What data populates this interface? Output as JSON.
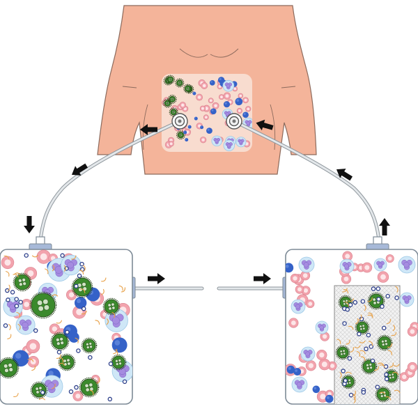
{
  "figure": {
    "kind": "schematic-illustration",
    "text_labels": [],
    "colors": {
      "background": "#ffffff",
      "skin": "#f4b49a",
      "skin_outline": "#8c6a5c",
      "abdomen_window": "#f8dccf",
      "tube": "#cfd4d8",
      "tube_outline": "#8e969c",
      "container_fill": "#ffffff",
      "container_outline": "#7d8a96",
      "container_port": "#a7b9d8",
      "arrow": "#111111",
      "red_cell": "#f2a3ad",
      "red_cell_center": "#fde6e8",
      "blue_cell": "#3562c8",
      "leukocyte_halo": "#cfe7f7",
      "leukocyte_nucleus": "#a58be0",
      "green_particle": "#3b8a2c",
      "green_particle_ring": "#1e3f12",
      "filter_mesh": "#e4e4e4",
      "small_bead": "#2d3f8a",
      "fiber": "#e8a24a"
    },
    "elements": [
      {
        "id": "torso",
        "icon": "human-torso"
      },
      {
        "id": "abdomen-cells",
        "icon": "cell-mixture"
      },
      {
        "id": "left-port",
        "icon": "catheter-port"
      },
      {
        "id": "right-port",
        "icon": "catheter-port"
      },
      {
        "id": "outflow-tube",
        "icon": "tube"
      },
      {
        "id": "inflow-tube",
        "icon": "tube"
      },
      {
        "id": "left-container",
        "icon": "fluid-collection-bag"
      },
      {
        "id": "right-container",
        "icon": "filtration-device"
      },
      {
        "id": "filter-insert",
        "icon": "filter-mesh"
      },
      {
        "id": "transfer-line",
        "icon": "tube"
      }
    ],
    "flow_arrows": [
      {
        "id": "arrow-out-from-port",
        "direction": "left"
      },
      {
        "id": "arrow-down-tube",
        "direction": "left-down"
      },
      {
        "id": "arrow-into-left-container",
        "direction": "down"
      },
      {
        "id": "arrow-out-of-left-container",
        "direction": "right"
      },
      {
        "id": "arrow-into-right-container",
        "direction": "right"
      },
      {
        "id": "arrow-up-from-right-container",
        "direction": "up"
      },
      {
        "id": "arrow-up-tube",
        "direction": "left-up"
      },
      {
        "id": "arrow-into-port",
        "direction": "left"
      }
    ]
  }
}
